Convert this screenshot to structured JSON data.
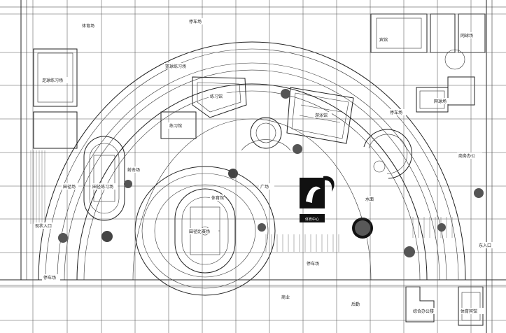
{
  "labels": {
    "north_sports_field": "体育场",
    "north_practice": "篮球练习场",
    "football_practice": "足球练习场",
    "warmup_field": "田径场",
    "training_hall": "练习馆",
    "practice_hall_small": "练习馆",
    "swimming_hall": "游泳馆",
    "hotel": "宾馆",
    "tennis": "网球场",
    "plaza": "广场",
    "main_stadium": "田径比赛场",
    "parking": "停车场",
    "entrance_west": "现状入口",
    "east_entrance": "东入口",
    "north_parking": "停车场",
    "east_parking": "停车场",
    "shooting_range": "射击场",
    "track_practice": "田径练习场",
    "tennis_east": "网球场",
    "gym": "体育馆",
    "lake_area": "水面",
    "south_parking": "停车场",
    "sports_hotel": "体育宾馆",
    "admin_building": "综合办公楼",
    "commercial": "商业",
    "logistics": "后勤",
    "east_business": "商务办公"
  },
  "emblem": {
    "logo_text": "体育中心"
  },
  "colors": {
    "line": "#222222",
    "paper": "#ffffff",
    "emblem": "#111111"
  }
}
